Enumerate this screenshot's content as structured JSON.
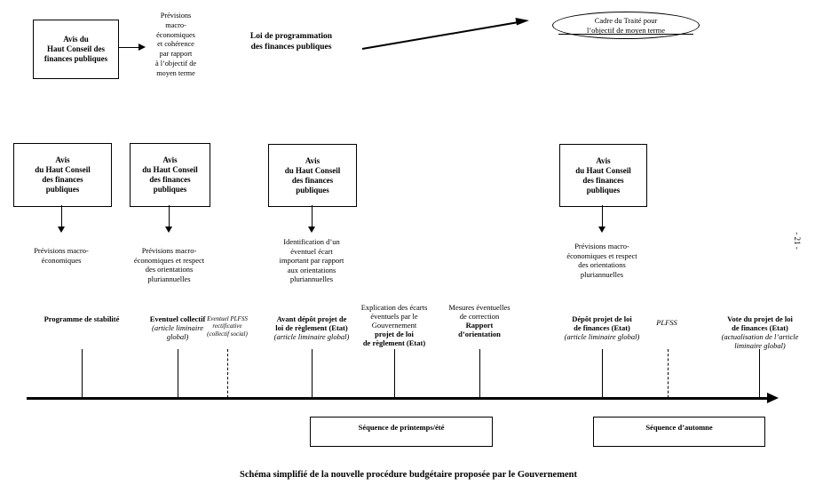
{
  "header": {
    "hcfp_box": "Avis du\nHaut Conseil des\nfinances publiques",
    "hcfp_note": "Prévisions\nmacro-\néconomiques\net cohérence\npar rapport\nà l’objectif de\nmoyen terme",
    "loi_programmation": "Loi de programmation\ndes finances publiques",
    "treaty_ellipse": "Cadre du Traité pour\nl’objectif de moyen terme"
  },
  "avis_columns": [
    {
      "box": "Avis\ndu Haut Conseil\ndes finances\npubliques",
      "note": "Prévisions macro-\néconomiques"
    },
    {
      "box": "Avis\ndu Haut Conseil\ndes finances\npubliques",
      "note": "Prévisions macro-\néconomiques et respect\ndes orientations\npluriannuelles"
    },
    {
      "box": "Avis\ndu Haut Conseil\ndes finances\npubliques",
      "note": "Identification d’un\néventuel écart\nimportant par rapport\naux orientations\npluriannuelles"
    },
    {
      "box": "Avis\ndu Haut Conseil\ndes finances\npubliques",
      "note": "Prévisions macro-\néconomiques et respect\ndes orientations\npluriannuelles"
    }
  ],
  "timeline": {
    "labels": [
      {
        "bold": "Programme de stabilité"
      },
      {
        "bold": "Eventuel collectif\n",
        "italic": "(article liminaire\nglobal)"
      },
      {
        "italic": "Eventuel PLFSS\nrectificative\n(collectif social)"
      },
      {
        "bold": "Avant dépôt projet de\nloi de règlement (Etat)\n",
        "italic": "(article liminaire global)"
      },
      {
        "normal": "Explication des écarts\néventuels par le\nGouvernement\n",
        "bold": "projet de loi\nde règlement (Etat)"
      },
      {
        "normal": "Mesures éventuelles\nde correction\n",
        "bold": "Rapport\nd’orientation"
      },
      {
        "bold": "Dépôt projet de loi\nde finances (Etat)\n",
        "italic": "(article liminaire global)"
      },
      {
        "italic": "PLFSS"
      },
      {
        "bold": "Vote du projet de loi\nde finances (Etat)\n",
        "italic": "(actualisation de l’article\nliminaire global)"
      }
    ],
    "sequences": [
      {
        "label": "Séquence de printemps/été"
      },
      {
        "label": "Séquence d’automne"
      }
    ]
  },
  "caption": "Schéma simplifié de la nouvelle procédure budgétaire proposée par le Gouvernement",
  "page_number": "- 21 -",
  "colors": {
    "ink": "#000000",
    "background": "#ffffff"
  }
}
